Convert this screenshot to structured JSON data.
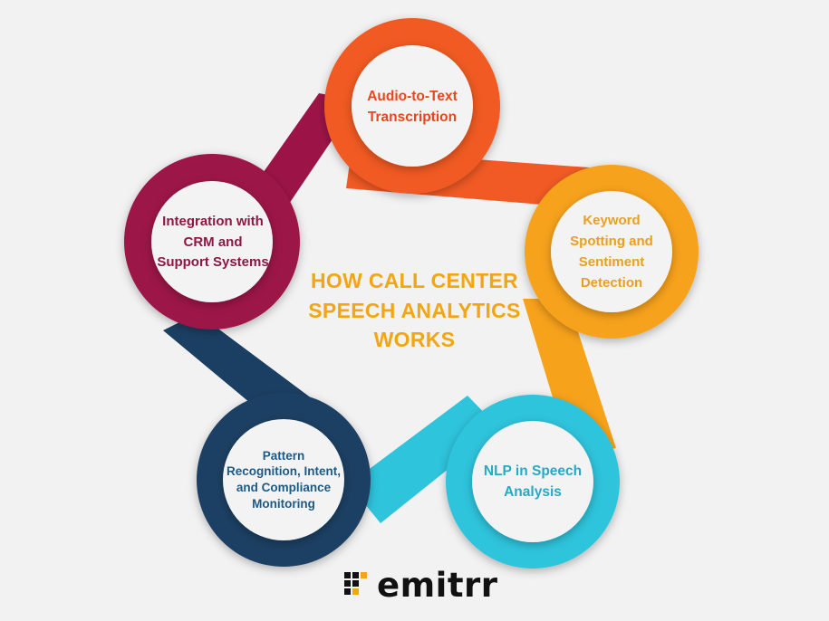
{
  "title": {
    "lines": [
      "HOW CALL CENTER",
      "SPEECH ANALYTICS",
      "WORKS"
    ]
  },
  "colors": {
    "background": "#f2f2f2",
    "title": "#f3a512",
    "node_1": "#f15a24",
    "node_2": "#f7a21b",
    "node_3": "#2ec4dc",
    "node_4": "#1b3f63",
    "node_5": "#9c1447",
    "inner_circle": "#f3f3f3"
  },
  "nodes": [
    {
      "id": "transcription",
      "color": "#f15a24",
      "text_color": "#e8471d",
      "lines": [
        "Audio-to-Text",
        "Transcription"
      ]
    },
    {
      "id": "keyword",
      "color": "#f7a21b",
      "text_color": "#e9a01f",
      "lines": [
        "Keyword",
        "Spotting and",
        "Sentiment",
        "Detection"
      ]
    },
    {
      "id": "nlp",
      "color": "#2ec4dc",
      "text_color": "#26a9c5",
      "lines": [
        "NLP in Speech",
        "Analysis"
      ]
    },
    {
      "id": "pattern",
      "color": "#1b3f63",
      "text_color": "#1e5a86",
      "lines": [
        "Pattern",
        "Recognition, Intent,",
        "and Compliance",
        "Monitoring"
      ]
    },
    {
      "id": "integration",
      "color": "#9c1447",
      "text_color": "#8e1743",
      "lines": [
        "Integration with",
        "CRM and",
        "Support Systems"
      ]
    }
  ],
  "logo": {
    "wordmark": "emitrr",
    "mark_icon": "emitrr-dot-grid-icon"
  }
}
